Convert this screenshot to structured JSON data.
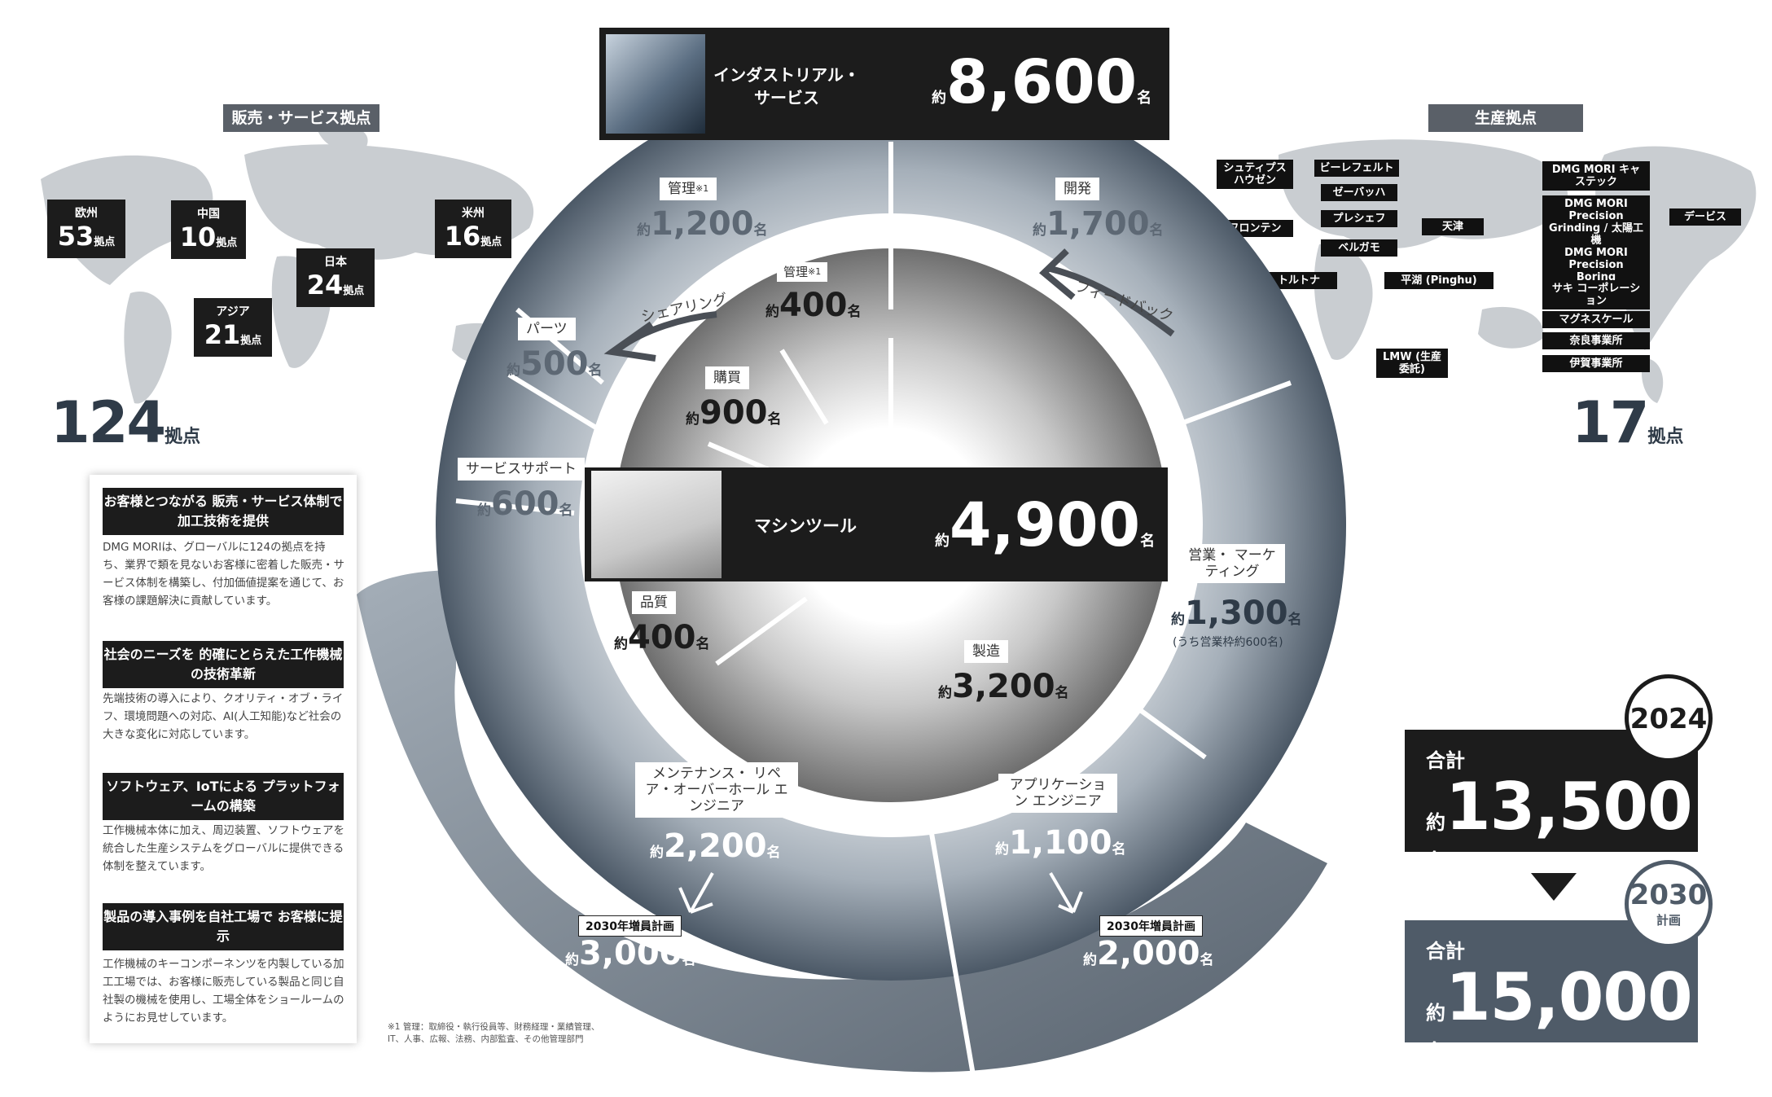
{
  "sales": {
    "title": "販売・サービス拠点",
    "regions": [
      {
        "name": "欧州",
        "value": "53",
        "unit": "拠点"
      },
      {
        "name": "中国",
        "value": "10",
        "unit": "拠点"
      },
      {
        "name": "日本",
        "value": "24",
        "unit": "拠点"
      },
      {
        "name": "アジア",
        "value": "21",
        "unit": "拠点"
      },
      {
        "name": "米州",
        "value": "16",
        "unit": "拠点"
      }
    ],
    "total": "124",
    "total_unit": "拠点"
  },
  "production": {
    "title": "生産拠点",
    "sites_left": [
      "シュティプス ハウゼン",
      "ビーレフェルト",
      "ゼーバッハ",
      "プレシェフ",
      "ベルガモ",
      "フロンテン",
      "トルトナ",
      "天津",
      "平湖 (Pinghu)",
      "LMW (生産委託)"
    ],
    "sites_right": [
      "DMG MORI キャステック",
      "DMG MORI Precision Grinding / 太陽工機",
      "DMG MORI Precision Boring",
      "サキ コーポレーション",
      "マグネスケール",
      "奈良事業所",
      "伊賀事業所"
    ],
    "site_extra": "デービス",
    "total": "17",
    "total_unit": "拠点"
  },
  "industrial_service": {
    "title": "インダストリアル・ サービス",
    "prefix": "約",
    "value": "8,600",
    "unit": "名"
  },
  "machine_tool": {
    "title": "マシンツール",
    "prefix": "約",
    "value": "4,900",
    "unit": "名"
  },
  "outer_segments": [
    {
      "label": "管理",
      "note": "※1",
      "prefix": "約",
      "value": "1,200",
      "unit": "名"
    },
    {
      "label": "開発",
      "prefix": "約",
      "value": "1,700",
      "unit": "名"
    },
    {
      "label": "パーツ",
      "prefix": "約",
      "value": "500",
      "unit": "名"
    },
    {
      "label": "サービスサポート",
      "prefix": "約",
      "value": "600",
      "unit": "名"
    },
    {
      "label": "営業・ マーケティング",
      "prefix": "約",
      "value": "1,300",
      "unit": "名",
      "sub": "(うち営業枠約600名)"
    },
    {
      "label": "メンテナンス・ リペア・オーバーホール エンジニア",
      "prefix": "約",
      "value": "2,200",
      "unit": "名"
    },
    {
      "label": "アプリケーション エンジニア",
      "prefix": "約",
      "value": "1,100",
      "unit": "名"
    }
  ],
  "inner_segments": [
    {
      "label": "管理",
      "note": "※1",
      "prefix": "約",
      "value": "400",
      "unit": "名"
    },
    {
      "label": "購買",
      "prefix": "約",
      "value": "900",
      "unit": "名"
    },
    {
      "label": "品質",
      "prefix": "約",
      "value": "400",
      "unit": "名"
    },
    {
      "label": "製造",
      "prefix": "約",
      "value": "3,200",
      "unit": "名"
    }
  ],
  "arrows": {
    "sharing": "シェアリング",
    "feedback": "フィードバック"
  },
  "plans": [
    {
      "tag": "2030年増員計画",
      "prefix": "約",
      "value": "3,000",
      "unit": "名"
    },
    {
      "tag": "2030年増員計画",
      "prefix": "約",
      "value": "2,000",
      "unit": "名"
    }
  ],
  "side_panel": [
    {
      "heading": "お客様とつながる 販売・サービス体制で加工技術を提供",
      "body": "DMG MORIは、グローバルに124の拠点を持ち、業界で類を見ないお客様に密着した販売・サービス体制を構築し、付加価値提案を通じて、お客様の課題解決に貢献しています。"
    },
    {
      "heading": "社会のニーズを 的確にとらえた工作機械の技術革新",
      "body": "先端技術の導入により、クオリティ・オブ・ライフ、環境問題への対応、AI(人工知能)など社会の大きな変化に対応しています。"
    },
    {
      "heading": "ソフトウェア、IoTによる プラットフォームの構築",
      "body": "工作機械本体に加え、周辺装置、ソフトウェアを統合した生産システムをグローバルに提供できる体制を整えています。"
    },
    {
      "heading": "製品の導入事例を自社工場で お客様に提示",
      "body": "工作機械のキーコンポーネンツを内製している加工工場では、お客様に販売している製品と同じ自社製の機械を使用し、工場全体をショールームのようにお見せしています。"
    }
  ],
  "footnote": "※1 管理：取締役・執行役員等、財務経理・業績管理、IT、人事、広報、法務、内部監査、その他管理部門",
  "totals": [
    {
      "year": "2024",
      "year_sub": "",
      "label": "合計",
      "prefix": "約",
      "value": "13,500",
      "unit": "名"
    },
    {
      "year": "2030",
      "year_sub": "計画",
      "label": "合計",
      "prefix": "約",
      "value": "15,000",
      "unit": "名"
    }
  ],
  "colors": {
    "dark": "#1c1c1c",
    "slate": "#4f5b68",
    "ring_light": "#c2c9d0",
    "map": "#c9cdd1"
  }
}
